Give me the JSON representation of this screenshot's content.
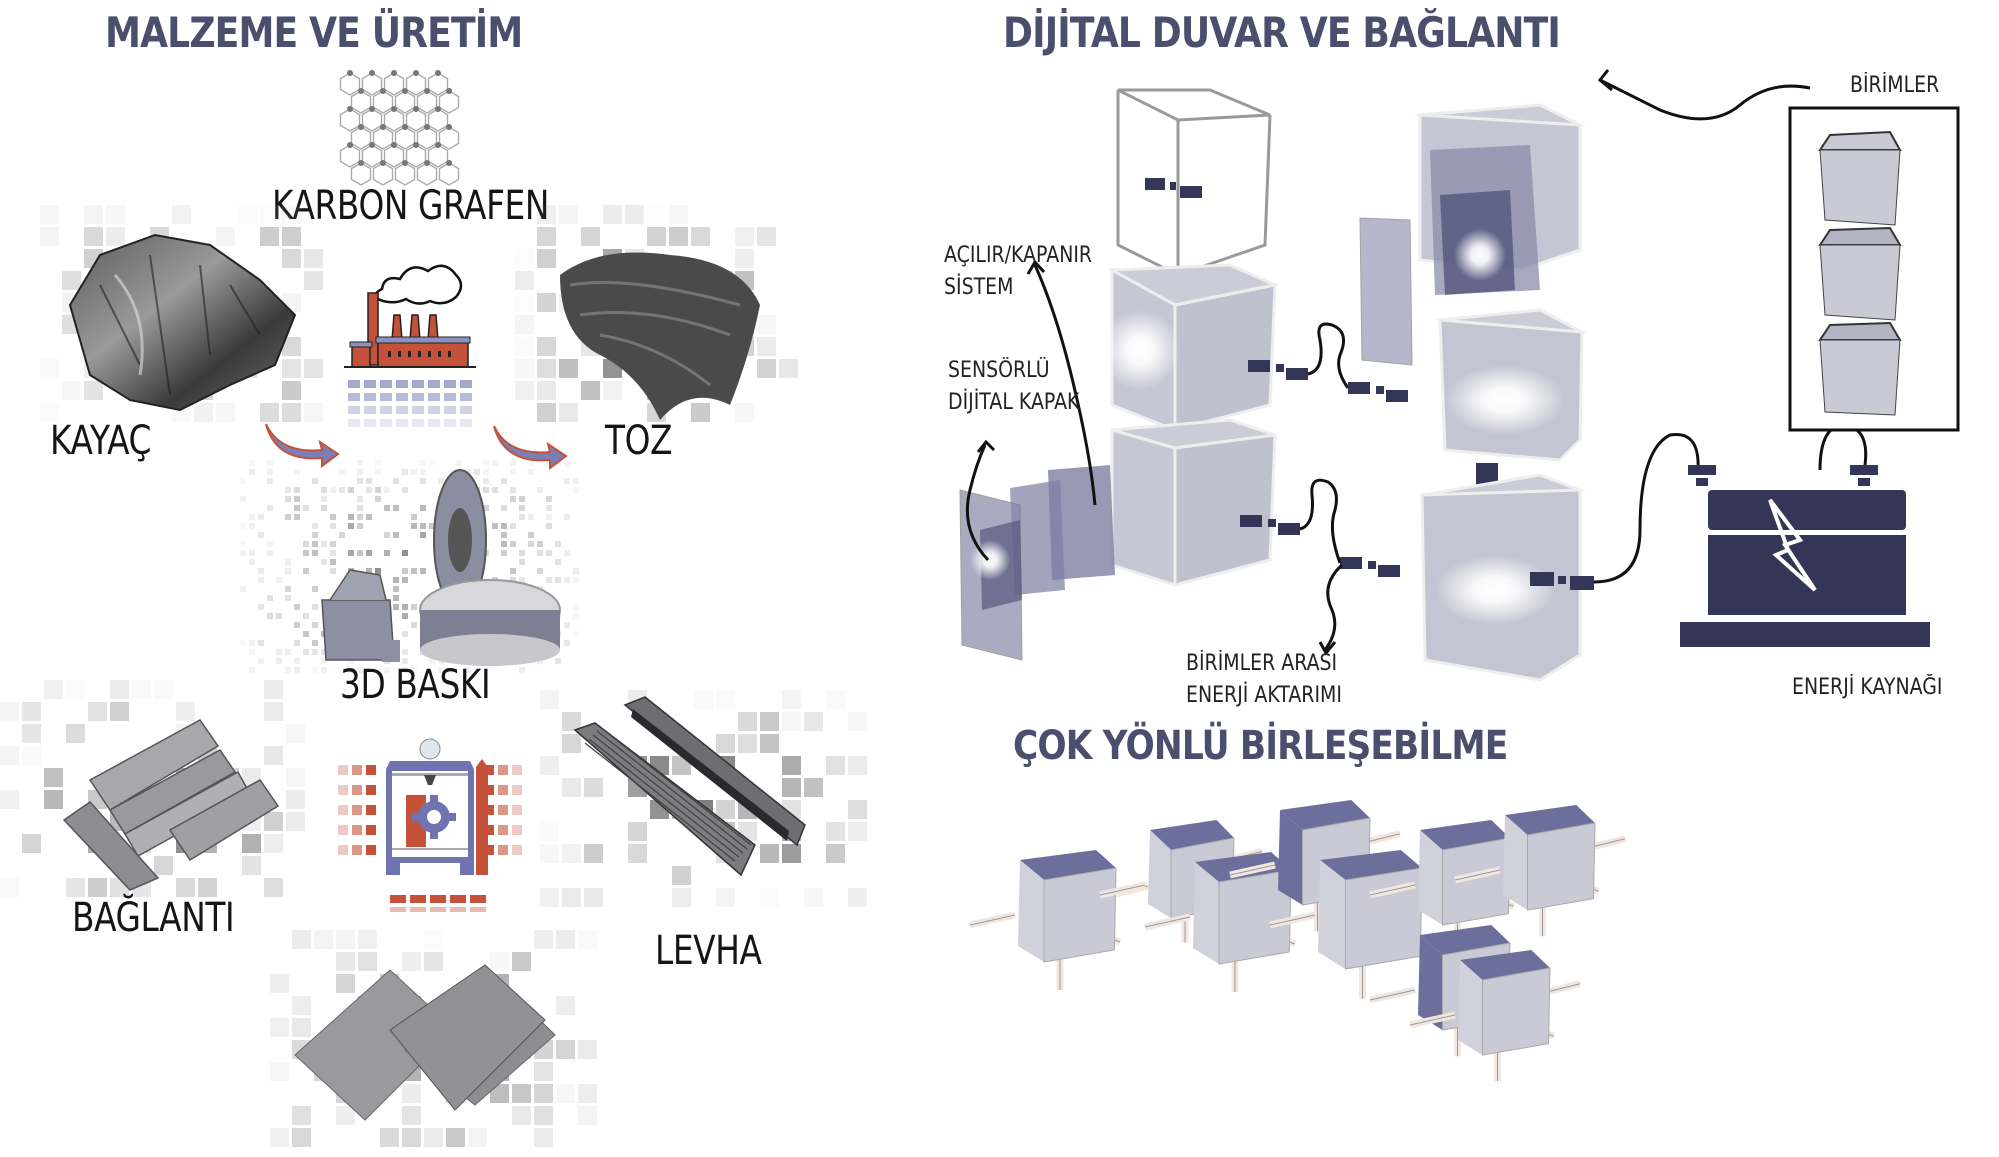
{
  "left_panel": {
    "title": "MALZEME VE ÜRETİM",
    "labels": {
      "graphene": "KARBON GRAFEN",
      "rock": "KAYAÇ",
      "powder": "TOZ",
      "printing": "3D BASKI",
      "connection": "BAĞLANTI",
      "plate": "LEVHA"
    },
    "icons": [
      "graphene-lattice",
      "rock-image",
      "factory-icon",
      "powder-image",
      "filament-spool-image",
      "rods-image",
      "3d-printer-icon",
      "grille-panel-image",
      "sheet-plates-image",
      "curved-arrow"
    ]
  },
  "right_panel": {
    "title": "DİJİTAL DUVAR VE BAĞLANTI",
    "labels": {
      "open_close_1": "AÇILIR/KAPANIR",
      "open_close_2": "SİSTEM",
      "sensor_1": "SENSÖRLÜ",
      "sensor_2": "DİJİTAL KAPAK",
      "units": "BİRİMLER",
      "transfer_1": "BİRİMLER ARASI",
      "transfer_2": "ENERJİ AKTARIMI",
      "energy": "ENERJİ KAYNAĞI"
    },
    "icons": [
      "wireframe-cube",
      "glowing-cube",
      "connector-plug",
      "battery-icon",
      "lightning-icon",
      "stacked-units"
    ]
  },
  "bottom_right": {
    "title": "ÇOK YÖNLÜ BİRLEŞEBİLME",
    "configurations": [
      "single-cube",
      "two-cubes",
      "two-cubes-offset",
      "four-cubes"
    ]
  },
  "colors": {
    "title": "#4b4e6c",
    "navy": "#343658",
    "factory_red": "#c4523a",
    "printer_blue": "#6f74b0",
    "cube_face": "#c9cad6",
    "cube_top": "#6c6f9c"
  }
}
